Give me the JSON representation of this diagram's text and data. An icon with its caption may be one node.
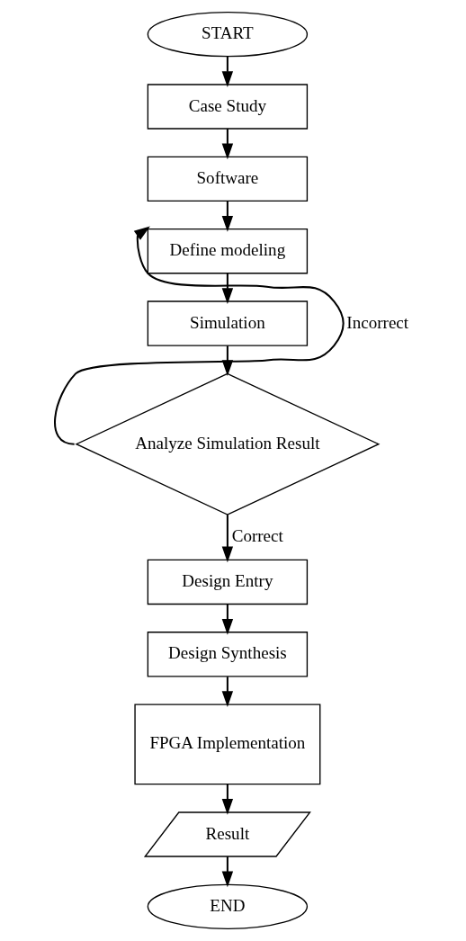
{
  "diagram": {
    "nodes": [
      {
        "text": [
          "START"
        ]
      },
      {
        "text": [
          "Case Study"
        ]
      },
      {
        "text": [
          "Software"
        ]
      },
      {
        "text": [
          "Define modeling"
        ]
      },
      {
        "text": [
          "Simulation"
        ]
      },
      {
        "text": [
          "Analyze Simulation Result"
        ]
      },
      {
        "text": [
          "Design Entry"
        ]
      },
      {
        "text": [
          "Design Synthesis"
        ]
      },
      {
        "text": [
          "FPGA Implementation"
        ]
      },
      {
        "text": [
          "Result"
        ]
      },
      {
        "text": [
          "END"
        ]
      }
    ],
    "edges": [
      {
        "from": 0,
        "to": 1,
        "arrow": "to"
      },
      {
        "from": 1,
        "to": 2,
        "arrow": "to"
      },
      {
        "from": 2,
        "to": 3,
        "arrow": "to"
      },
      {
        "from": 3,
        "to": 4,
        "arrow": "to"
      },
      {
        "from": 4,
        "to": 5,
        "arrow": "to"
      },
      {
        "from": 5,
        "to": 3,
        "arrow": "to",
        "label": "Incorrect"
      },
      {
        "from": 5,
        "to": 6,
        "arrow": "to",
        "label": "Correct"
      },
      {
        "from": 6,
        "to": 7,
        "arrow": "to"
      },
      {
        "from": 7,
        "to": 8,
        "arrow": "to"
      },
      {
        "from": 8,
        "to": 9,
        "arrow": "to"
      },
      {
        "from": 9,
        "to": 10,
        "arrow": "to"
      }
    ]
  }
}
